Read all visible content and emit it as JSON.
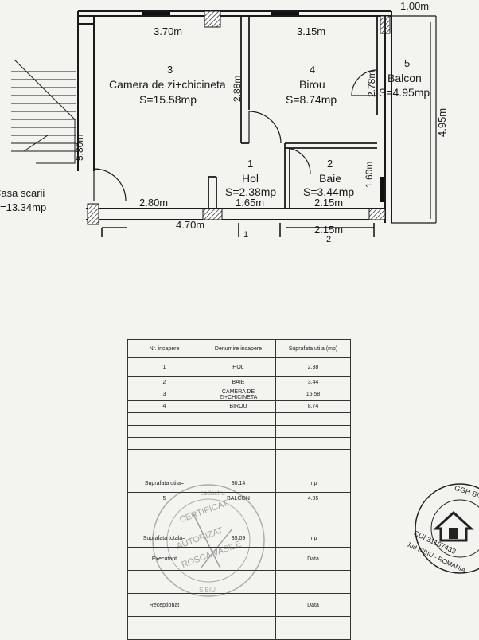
{
  "plan": {
    "dims": {
      "top_balcony": "1.00m",
      "room3_width": "3.70m",
      "room4_width": "3.15m",
      "room3_height": "2.88m",
      "room4_height": "2.78m",
      "balcony_height": "4.95m",
      "stair_height": "5.80m",
      "bath_height": "1.60m",
      "hall_left": "2.80m",
      "hall_width": "1.65m",
      "bath_width": "2.15m",
      "bottom_left": "4.70m",
      "bottom_right": "2.15m"
    },
    "rooms": [
      {
        "num": "3",
        "name": "Camera de zi+chicineta",
        "area": "S=15.58mp"
      },
      {
        "num": "4",
        "name": "Birou",
        "area": "S=8.74mp"
      },
      {
        "num": "5",
        "name": "Balcon",
        "area": "S=4.95mp"
      },
      {
        "num": "1",
        "name": "Hol",
        "area": "S=2.38mp"
      },
      {
        "num": "2",
        "name": "Baie",
        "area": "S=3.44mp"
      }
    ],
    "stair": {
      "name": "Casa scarii",
      "area": "=13.34mp"
    },
    "bottom_cut_labels": [
      "1",
      "2"
    ]
  },
  "table": {
    "headers": [
      "Nr. incapere",
      "Denumire incapere",
      "Suprafata utila (mp)"
    ],
    "rows": [
      {
        "nr": "1",
        "name": "HOL",
        "area": "2.38"
      },
      {
        "nr": "2",
        "name": "BAIE",
        "area": "3.44"
      },
      {
        "nr": "3",
        "name": "CAMERA DE ZI+CHICINETA",
        "area": "15.58"
      },
      {
        "nr": "4",
        "name": "BIROU",
        "area": "8.74"
      }
    ],
    "total_useful": {
      "label": "Suprafata utila=",
      "value": "30.14",
      "unit": "mp"
    },
    "balcony": {
      "nr": "5",
      "name": "BALCON",
      "area": "4.95"
    },
    "total": {
      "label": "Suprafata totala=",
      "value": "35.09",
      "unit": "mp"
    },
    "executant": {
      "label": "Executant",
      "date_label": "Data"
    },
    "receptionat": {
      "label": "Receptionat",
      "date_label": "Data"
    }
  },
  "stamps": {
    "left_stamp": [
      "AUTORIZAT",
      "CERTIFICAT",
      "ROSCA VASILE",
      "cadastru",
      "SIBIU"
    ],
    "right_stamp": [
      "GGH SIB",
      "CUI 31167433",
      "Jud SIBIU - ROMANIA"
    ]
  }
}
